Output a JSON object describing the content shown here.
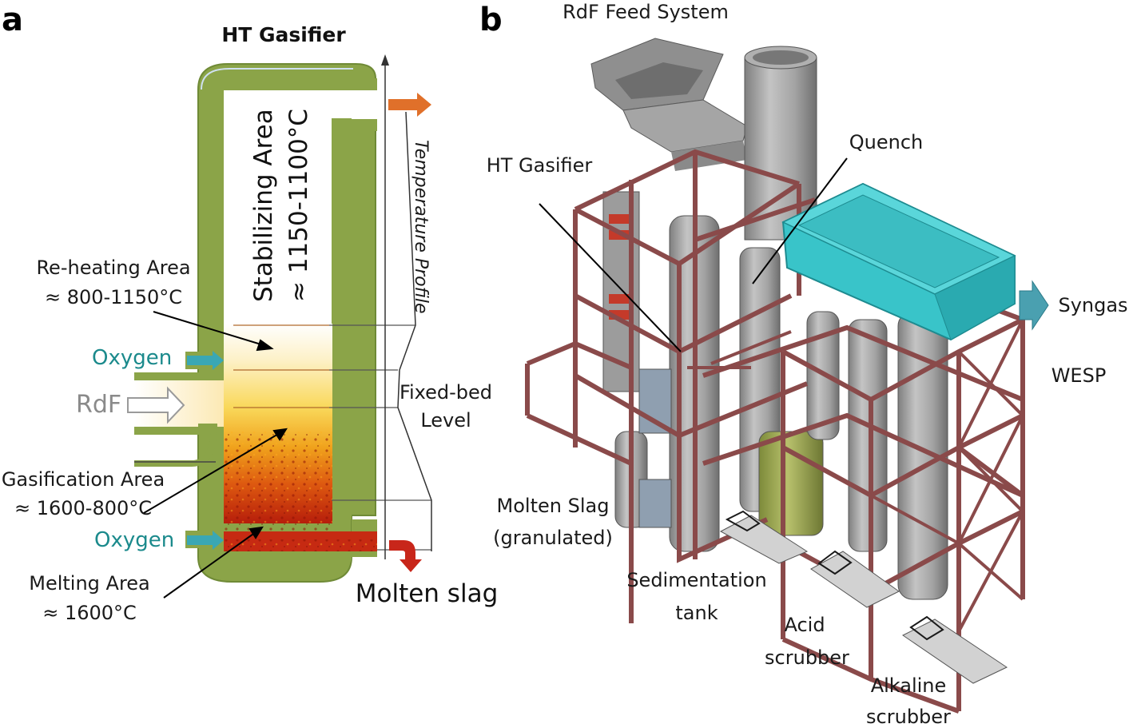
{
  "panel_a": {
    "letter": "a",
    "title": "HT Gasifier",
    "stabilizing_line1": "Stabilizing Area",
    "stabilizing_line2": "≈ 1150-1100°C",
    "temperature_profile": "Temperature Profile",
    "reheating_line1": "Re-heating Area",
    "reheating_line2": "≈ 800-1150°C",
    "oxygen_top": "Oxygen",
    "rdf": "RdF",
    "fixed_bed_line1": "Fixed-bed",
    "fixed_bed_line2": "Level",
    "gasification_line1": "Gasification Area",
    "gasification_line2": "≈ 1600-800°C",
    "oxygen_bottom": "Oxygen",
    "melting_line1": "Melting Area",
    "melting_line2": "≈ 1600°C",
    "molten_slag": "Molten slag"
  },
  "panel_b": {
    "letter": "b",
    "rdf_feed": "RdF Feed System",
    "ht_gasifier": "HT Gasifier",
    "quench": "Quench",
    "syngas": "Syngas",
    "wesp": "WESP",
    "molten_slag_line1": "Molten Slag",
    "molten_slag_line2": "(granulated)",
    "sedimentation_line1": "Sedimentation",
    "sedimentation_line2": "tank",
    "acid_line1": "Acid",
    "acid_line2": "scrubber",
    "alkaline_line1": "Alkaline",
    "alkaline_line2": "scrubber"
  },
  "colors": {
    "vessel_wall": "#8ba448",
    "oxygen_text": "#1b8a8c",
    "oxygen_arrow": "#3aa7b4",
    "outlet_arrow": "#e0702a",
    "slag_arrow": "#c8261a",
    "frame": "#8a4a4a",
    "wesp": "#39c4c9",
    "equipment": "#9a9a9a"
  }
}
